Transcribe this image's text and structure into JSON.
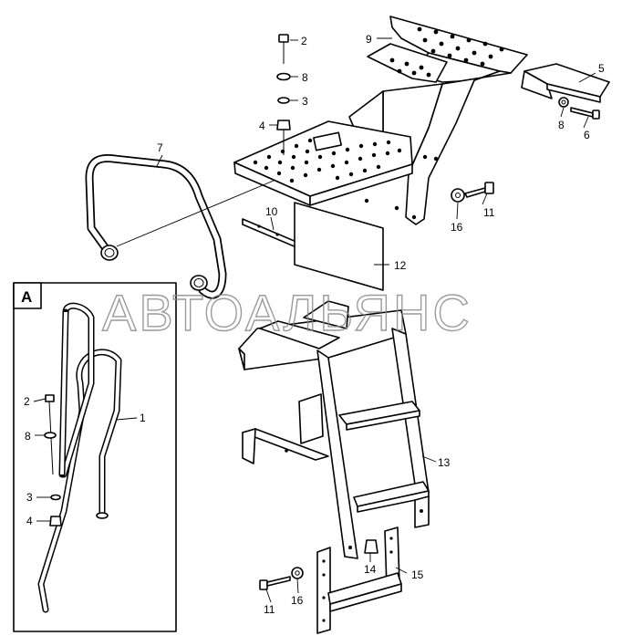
{
  "diagram": {
    "watermark": "АВТОАЛЬЯНС",
    "inset_label": "A",
    "callouts": [
      {
        "id": "c9",
        "text": "9"
      },
      {
        "id": "c5",
        "text": "5"
      },
      {
        "id": "c8a",
        "text": "8"
      },
      {
        "id": "c6",
        "text": "6"
      },
      {
        "id": "c2",
        "text": "2"
      },
      {
        "id": "c8b",
        "text": "8"
      },
      {
        "id": "c3",
        "text": "3"
      },
      {
        "id": "c4",
        "text": "4"
      },
      {
        "id": "c7",
        "text": "7"
      },
      {
        "id": "c10",
        "text": "10"
      },
      {
        "id": "c12",
        "text": "12"
      },
      {
        "id": "c16a",
        "text": "16"
      },
      {
        "id": "c11a",
        "text": "11"
      },
      {
        "id": "c13",
        "text": "13"
      },
      {
        "id": "c14",
        "text": "14"
      },
      {
        "id": "c15",
        "text": "15"
      },
      {
        "id": "c11b",
        "text": "11"
      },
      {
        "id": "c16b",
        "text": "16"
      },
      {
        "id": "c1",
        "text": "1"
      },
      {
        "id": "c2i",
        "text": "2"
      },
      {
        "id": "c8i",
        "text": "8"
      },
      {
        "id": "c3i",
        "text": "3"
      },
      {
        "id": "c4i",
        "text": "4"
      }
    ]
  }
}
